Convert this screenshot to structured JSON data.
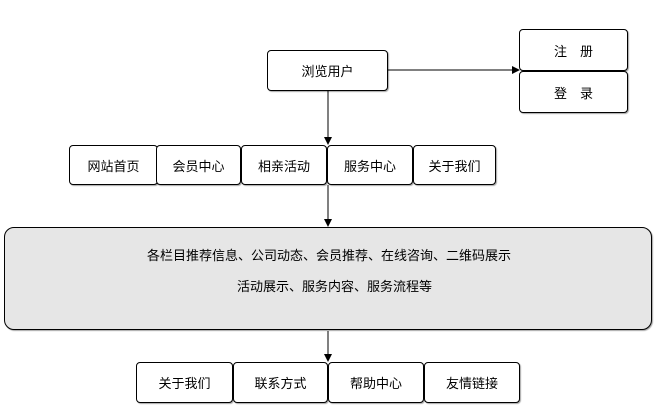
{
  "diagram": {
    "root": {
      "label": "浏览用户"
    },
    "auth": {
      "register": "注　册",
      "login": "登　录"
    },
    "nav": [
      {
        "label": "网站首页"
      },
      {
        "label": "会员中心"
      },
      {
        "label": "相亲活动"
      },
      {
        "label": "服务中心"
      },
      {
        "label": "关于我们"
      }
    ],
    "content": {
      "line1": "各栏目推荐信息、公司动态、会员推荐、在线咨询、二维码展示",
      "line2": "活动展示、服务内容、服务流程等"
    },
    "footer": [
      {
        "label": "关于我们"
      },
      {
        "label": "联系方式"
      },
      {
        "label": "帮助中心"
      },
      {
        "label": "友情链接"
      }
    ]
  }
}
